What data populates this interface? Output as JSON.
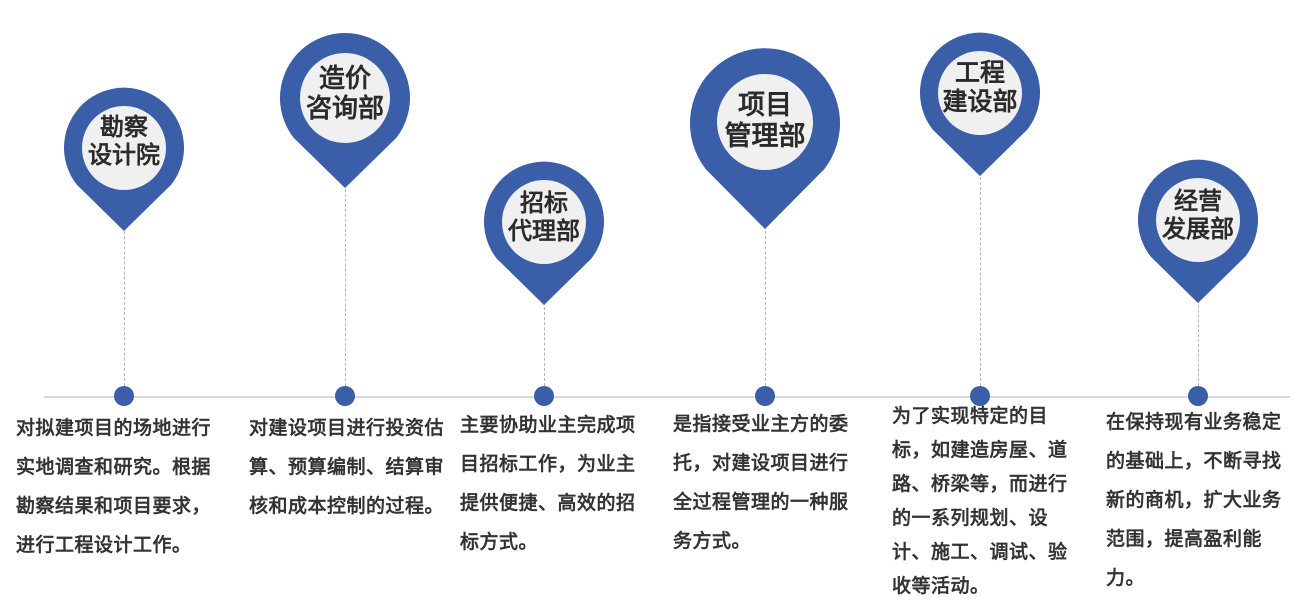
{
  "colors": {
    "pin": "#3a5ea8",
    "pin_inner": "#f0f0f0",
    "axis": "#d9d9d9",
    "text": "#333333"
  },
  "departments": [
    {
      "name": "勘察\n设计院",
      "description": "对拟建项目的场地进行实地调查和研究。根据勘察结果和项目要求，进行工程设计工作。"
    },
    {
      "name": "造价\n咨询部",
      "description": "对建设项目进行投资估算、预算编制、结算审核和成本控制的过程。"
    },
    {
      "name": "招标\n代理部",
      "description": "主要协助业主完成项目招标工作，为业主提供便捷、高效的招标方式。"
    },
    {
      "name": "项目\n管理部",
      "description": "是指接受业主方的委托，对建设项目进行全过程管理的一种服务方式。"
    },
    {
      "name": "工程\n建设部",
      "description": "为了实现特定的目标，如建造房屋、道路、桥梁等，而进行的一系列规划、设计、施工、调试、验收等活动。"
    },
    {
      "name": "经营\n发展部",
      "description": "在保持现有业务稳定的基础上，不断寻找新的商机，扩大业务范围，提高盈利能力。"
    }
  ]
}
